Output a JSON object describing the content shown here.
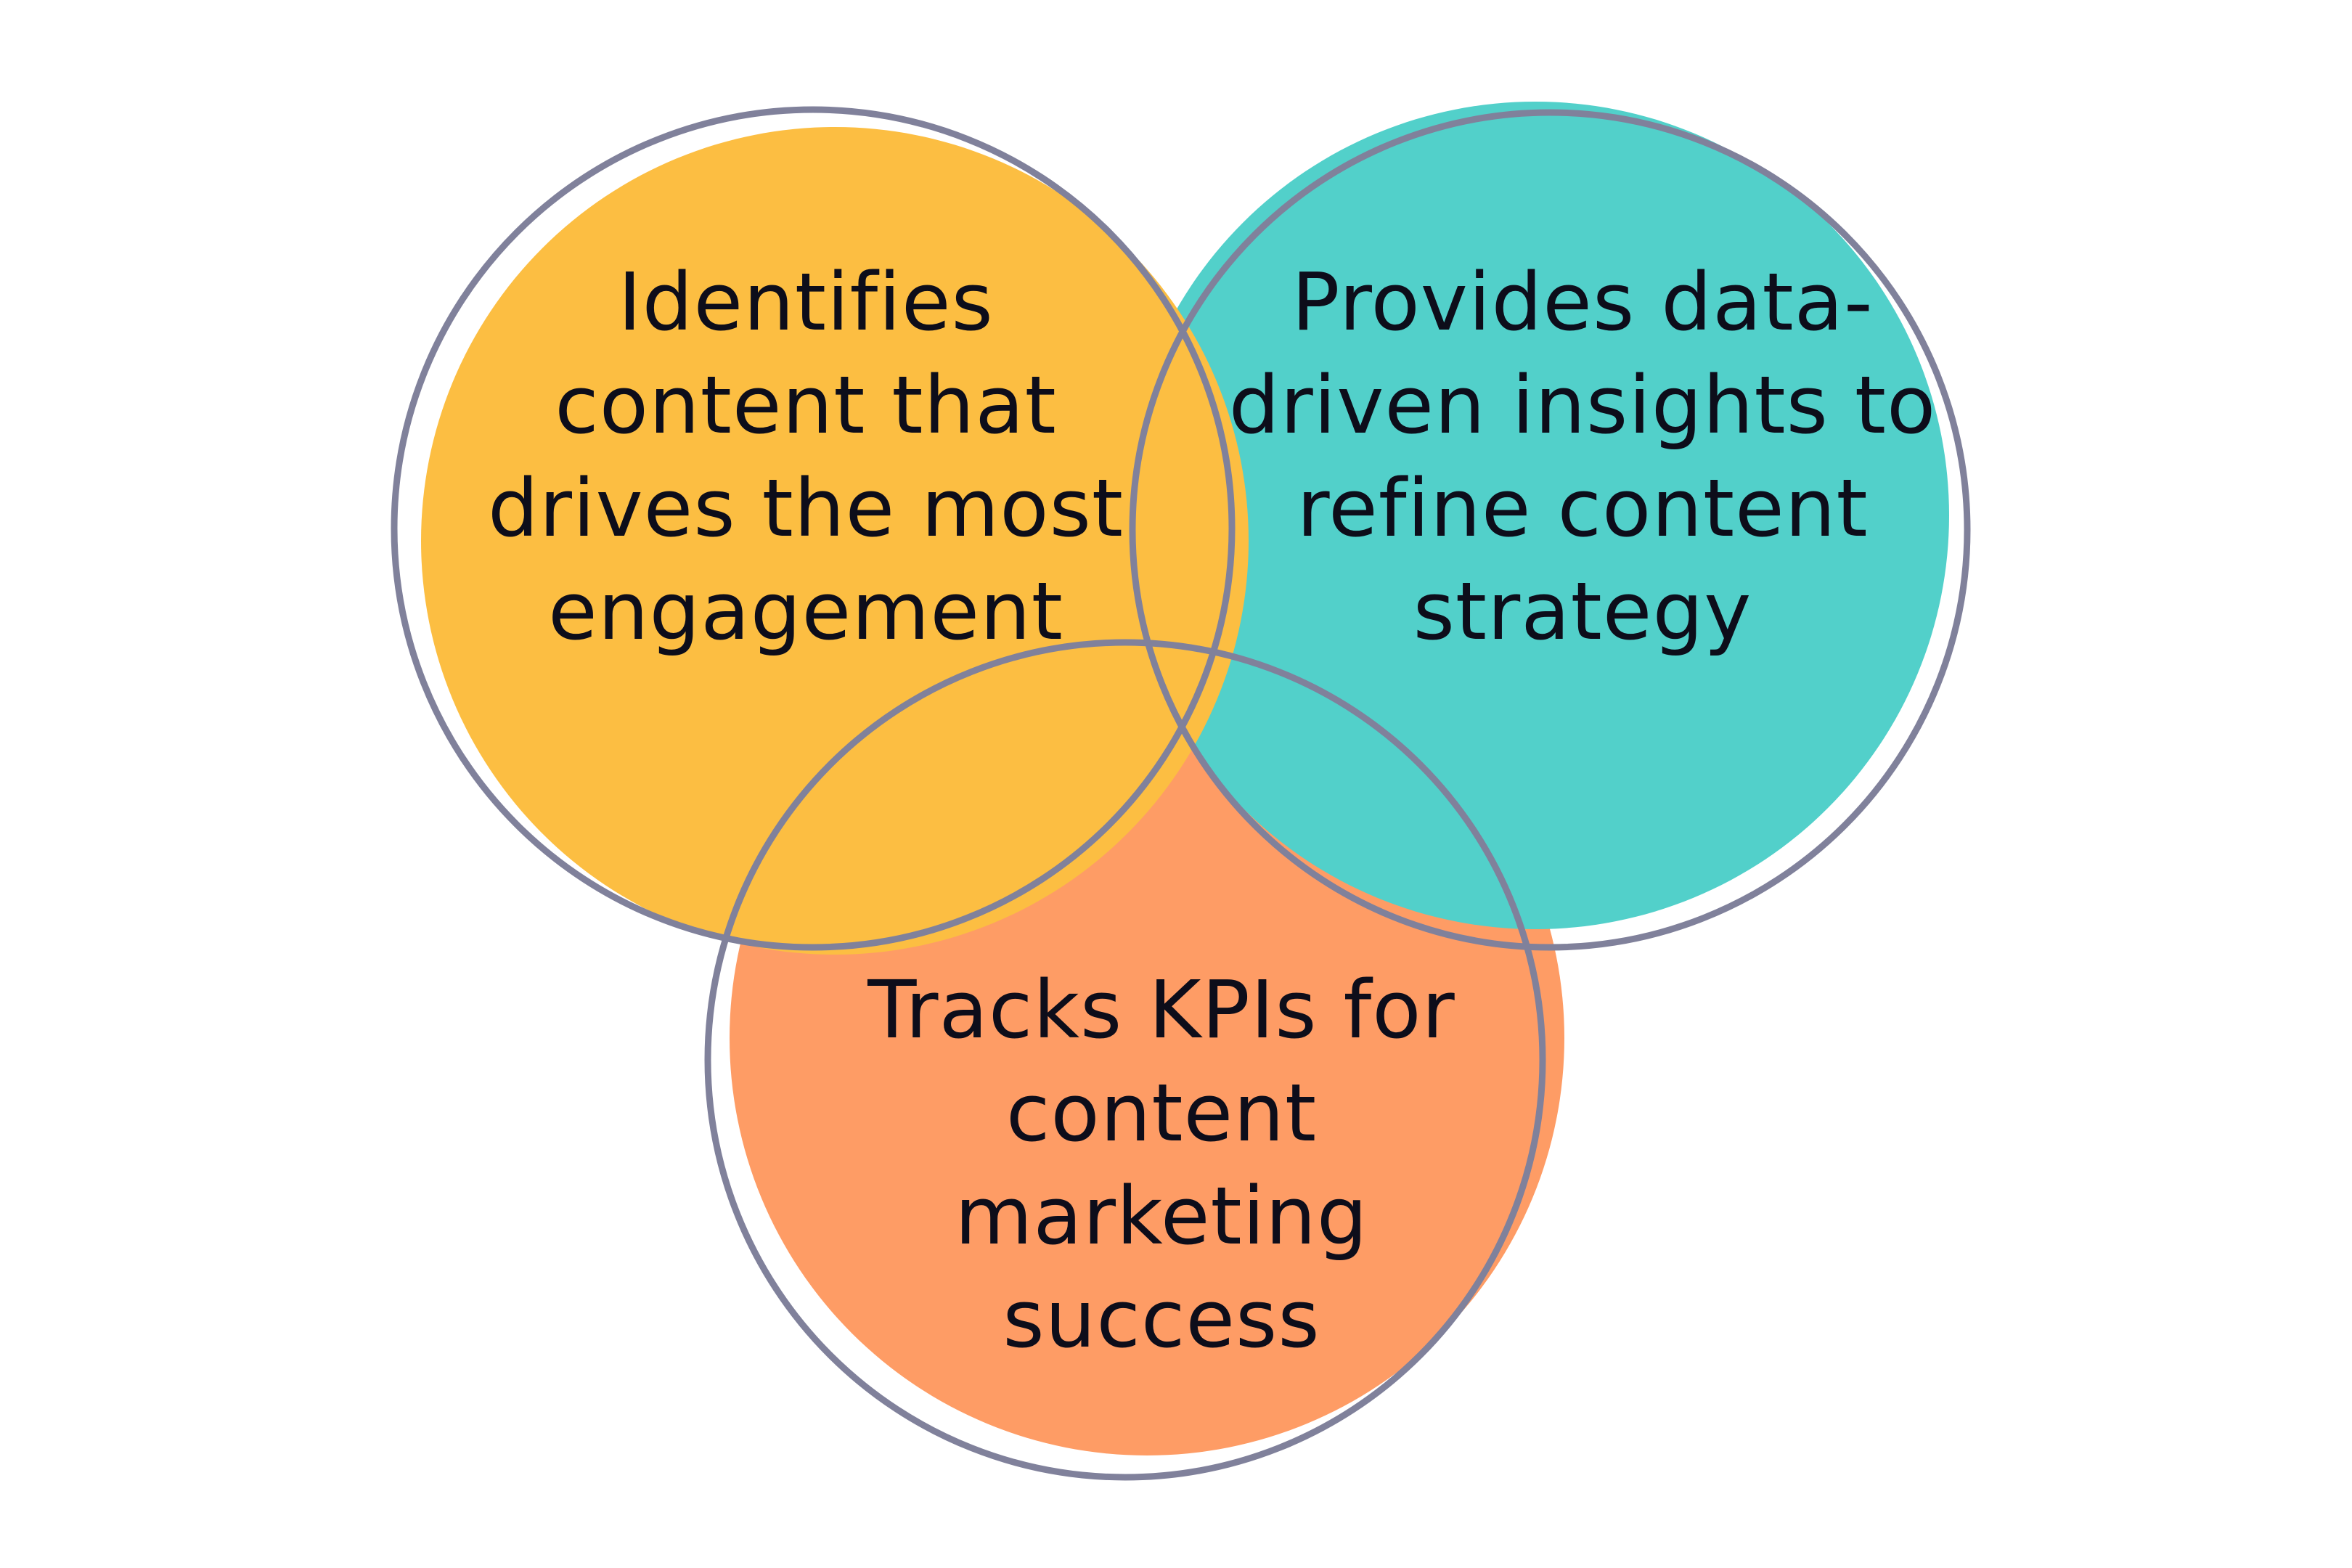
{
  "circles": {
    "left": {
      "text": "Identifies content that drives the most engagement",
      "fill_color": "#fcbe42"
    },
    "right": {
      "text": "Provides data-driven insights to refine content strategy",
      "fill_color": "#52d0ca"
    },
    "bottom": {
      "text": "Tracks KPIs for content marketing success",
      "fill_color": "#fe9c65"
    }
  },
  "ring_color": "#80819b"
}
